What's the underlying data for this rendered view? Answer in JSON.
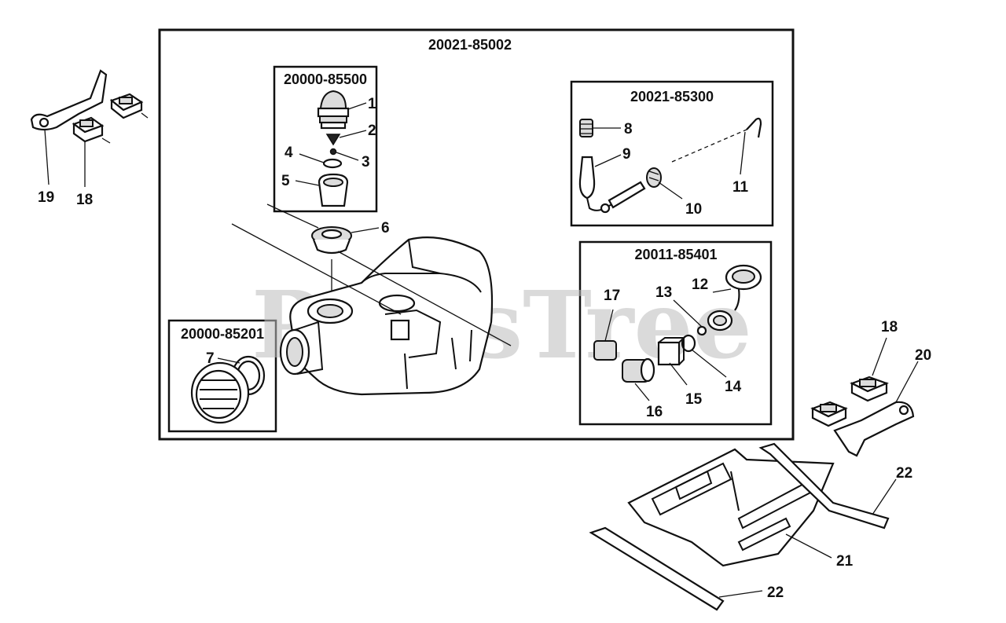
{
  "watermark": "PartsTree",
  "assemblies": {
    "main": "20021-85002",
    "primer": "20000-85500",
    "fuel_line": "20021-85300",
    "filter": "20011-85401",
    "cap": "20000-85201"
  },
  "callouts": [
    "1",
    "2",
    "3",
    "4",
    "5",
    "6",
    "7",
    "8",
    "9",
    "10",
    "11",
    "12",
    "13",
    "14",
    "15",
    "16",
    "17",
    "18",
    "18",
    "19",
    "20",
    "21",
    "22",
    "22"
  ]
}
